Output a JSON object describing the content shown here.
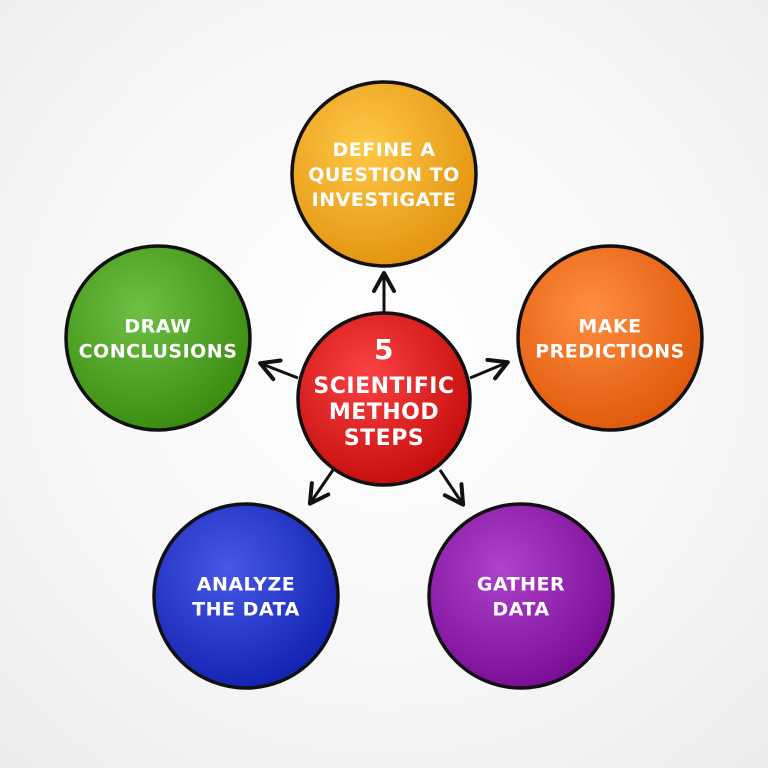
{
  "center": {
    "lines": [
      "5",
      "SCIENTIFIC",
      "METHOD",
      "STEPS"
    ],
    "color": "#d81f1f"
  },
  "steps": [
    {
      "id": "define-question",
      "lines": [
        "DEFINE A",
        "QUESTION TO",
        "INVESTIGATE"
      ],
      "color": "#f5a623"
    },
    {
      "id": "make-predictions",
      "lines": [
        "MAKE",
        "PREDICTIONS"
      ],
      "color": "#f26b1d"
    },
    {
      "id": "gather-data",
      "lines": [
        "GATHER",
        "DATA"
      ],
      "color": "#8b1fa8"
    },
    {
      "id": "analyze-data",
      "lines": [
        "ANALYZE",
        "THE DATA"
      ],
      "color": "#2435c4"
    },
    {
      "id": "draw-conclusions",
      "lines": [
        "DRAW",
        "CONCLUSIONS"
      ],
      "color": "#4c9e22"
    }
  ]
}
